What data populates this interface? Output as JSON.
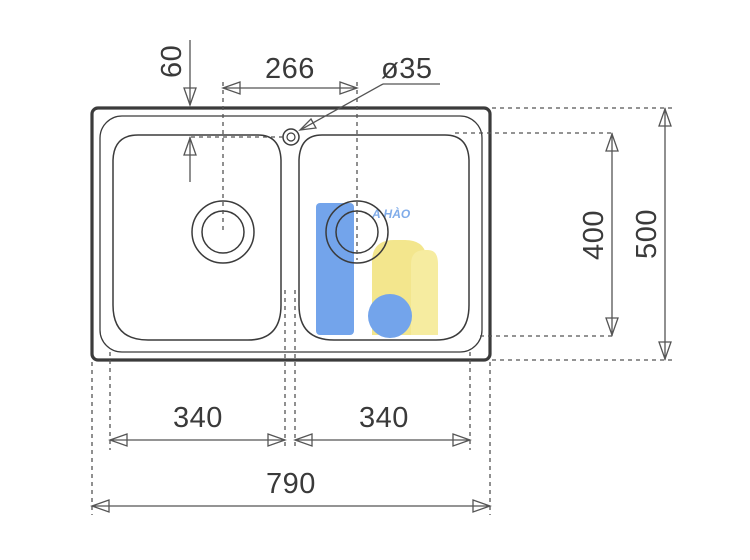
{
  "dimensions": {
    "hole_offset": "60",
    "hole_spacing": "266",
    "hole_diameter": "ø35",
    "bowl_height": "400",
    "overall_height": "500",
    "left_bowl_width": "340",
    "right_bowl_width": "340",
    "overall_width": "790"
  },
  "watermark": {
    "text": "A HÀO",
    "colors": {
      "blue": "#4f8ee6",
      "yellow": "#f2e066"
    }
  },
  "colors": {
    "line": "#3b3b3b",
    "dimension": "#555555",
    "text": "#3a3a3a",
    "background": "#ffffff"
  }
}
